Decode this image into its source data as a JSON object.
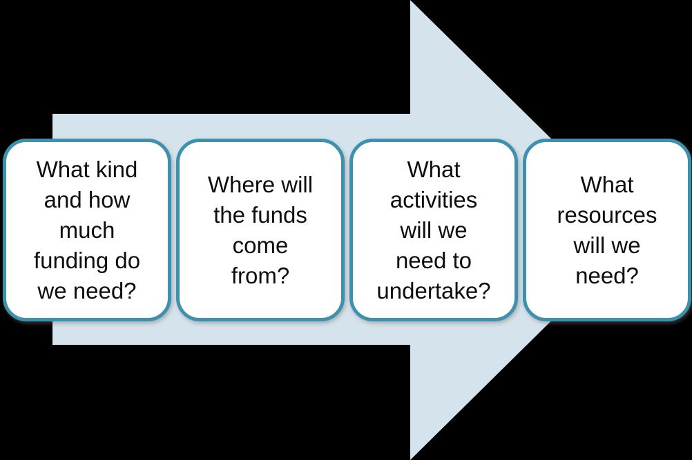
{
  "diagram": {
    "name": "funding-planning-arrow-diagram",
    "background_color": "#000000",
    "arrow": {
      "direction": "right",
      "fill_color": "#d5e3ec"
    },
    "box_style": {
      "fill_color": "#ffffff",
      "border_color": "#3d91ad",
      "text_color": "#0d0d0d"
    },
    "steps": [
      {
        "label": "What kind\nand how\nmuch\nfunding do\nwe need?"
      },
      {
        "label": "Where will\nthe funds\ncome\nfrom?"
      },
      {
        "label": "What\nactivities\nwill we\nneed to\nundertake?"
      },
      {
        "label": "What\nresources\nwill we\nneed?"
      }
    ]
  }
}
